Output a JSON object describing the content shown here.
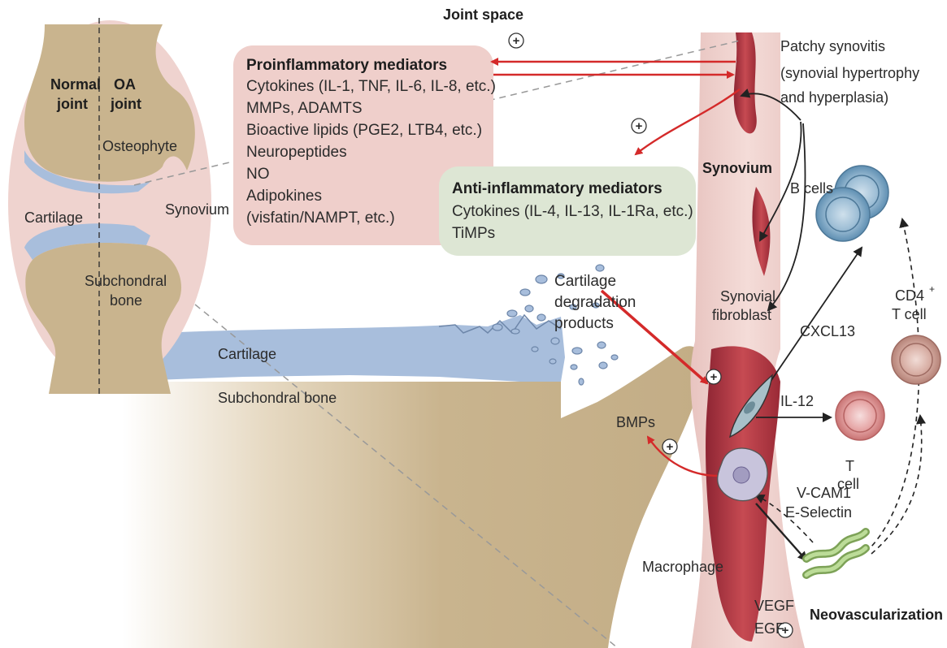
{
  "labels": {
    "joint_space": "Joint space",
    "normal_joint_1": "Normal",
    "normal_joint_2": "joint",
    "oa_joint_1": "OA",
    "oa_joint_2": "joint",
    "osteophyte": "Osteophyte",
    "cartilage_inset": "Cartilage",
    "synovium_inset": "Synovium",
    "subchondral_1": "Subchondral",
    "subchondral_2": "bone",
    "cartilage_main": "Cartilage",
    "subchondral_main": "Subchondral bone",
    "synovium": "Synovium",
    "patchy_1": "Patchy synovitis",
    "patchy_2": "(synovial hypertrophy",
    "patchy_3": "and hyperplasia)",
    "degradation_1": "Cartilage",
    "degradation_2": "degradation",
    "degradation_3": "products",
    "synovial_fibroblast_1": "Synovial",
    "synovial_fibroblast_2": "fibroblast",
    "bmps": "BMPs",
    "macrophage": "Macrophage",
    "b_cells": "B cells",
    "cd4_1": "CD4",
    "cd4_sup": "+",
    "cd4_2": "T cell",
    "t_cell_1": "T",
    "t_cell_2": "cell",
    "cxcl13": "CXCL13",
    "il12": "IL-12",
    "vcam_1": "V-CAM1",
    "vcam_2": "E-Selectin",
    "vegf": "VEGF",
    "egf": "EGF",
    "neovascularization": "Neovascularization",
    "plus": "+"
  },
  "proinflammatory": {
    "title": "Proinflammatory mediators",
    "items": [
      "Cytokines (IL-1, TNF, IL-6, IL-8, etc.)",
      "MMPs, ADAMTS",
      "Bioactive lipids (PGE2, LTB4, etc.)",
      "Neuropeptides",
      "NO",
      "Adipokines",
      "(visfatin/NAMPT, etc.)"
    ]
  },
  "antiinflammatory": {
    "title": "Anti-inflammatory mediators",
    "items": [
      "Cytokines (IL-4, IL-13, IL-1Ra, etc.)",
      "TiMPs"
    ]
  },
  "colors": {
    "bone": "#c9b48e",
    "cartilage": "#a8bedc",
    "synovium": "#efd3cf",
    "synovium_inflamed": "#b23a45",
    "pro_box": "#efcfcb",
    "anti_box": "#dde6d4",
    "arrow_red": "#d42a2a",
    "b_cell": "#7fa6c4",
    "t_cell": "#e5a7a7",
    "vessel": "#b6d38f"
  }
}
